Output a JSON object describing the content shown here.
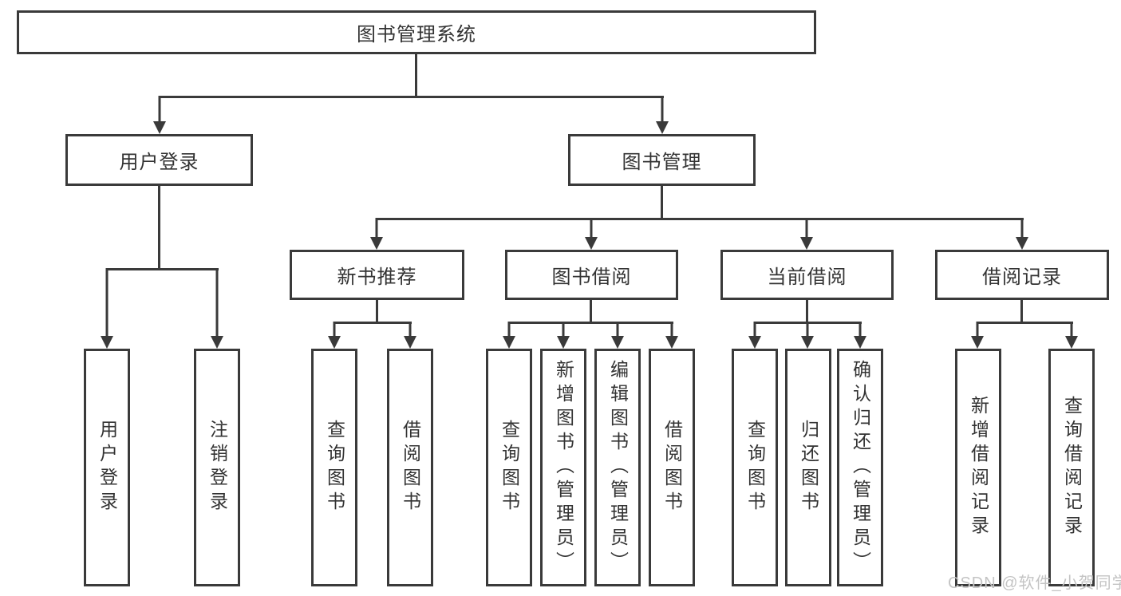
{
  "title": "图书管理系统",
  "level2": {
    "user_login": "用户登录",
    "book_mgmt": "图书管理"
  },
  "level3": {
    "new_book": "新书推荐",
    "book_borrow": "图书借阅",
    "current_borrow": "当前借阅",
    "borrow_record": "借阅记录"
  },
  "leaves": {
    "user_login": "用户登录",
    "logout": "注销登录",
    "nb_query": "查询图书",
    "nb_borrow": "借阅图书",
    "bb_query": "查询图书",
    "bb_add": "新增图书（管理员）",
    "bb_edit": "编辑图书（管理员）",
    "bb_borrow": "借阅图书",
    "cb_query": "查询图书",
    "cb_return": "归还图书",
    "cb_confirm": "确认归还（管理员）",
    "br_add": "新增借阅记录",
    "br_query": "查询借阅记录"
  },
  "watermark": "CSDN @软件_小贺同学",
  "colors": {
    "line": "#3a3a3a",
    "text": "#333333",
    "watermark": "#c4c4c4"
  }
}
